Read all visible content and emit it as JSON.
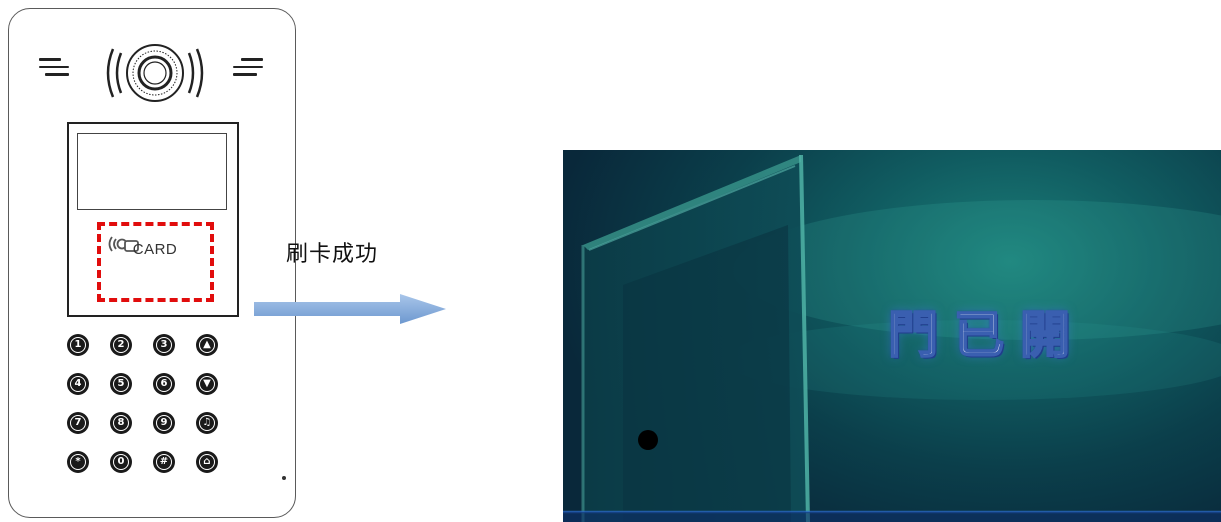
{
  "device": {
    "card_label": "CARD",
    "keypad_keys": [
      {
        "label": "1",
        "glyph": "1"
      },
      {
        "label": "2",
        "glyph": "2"
      },
      {
        "label": "3",
        "glyph": "3"
      },
      {
        "label": "up",
        "glyph": "▲"
      },
      {
        "label": "4",
        "glyph": "4"
      },
      {
        "label": "5",
        "glyph": "5"
      },
      {
        "label": "6",
        "glyph": "6"
      },
      {
        "label": "down",
        "glyph": "▼"
      },
      {
        "label": "7",
        "glyph": "7"
      },
      {
        "label": "8",
        "glyph": "8"
      },
      {
        "label": "9",
        "glyph": "9"
      },
      {
        "label": "bell",
        "glyph": "♫"
      },
      {
        "label": "star",
        "glyph": "*"
      },
      {
        "label": "0",
        "glyph": "0"
      },
      {
        "label": "hash",
        "glyph": "#"
      },
      {
        "label": "home",
        "glyph": "⌂"
      }
    ]
  },
  "transition": {
    "caption": "刷卡成功"
  },
  "result_screen": {
    "message": "門已開"
  },
  "colors": {
    "card_highlight": "#e10d0d",
    "arrow": "#7aa4d6",
    "text_outline": "#3a5fb0"
  }
}
